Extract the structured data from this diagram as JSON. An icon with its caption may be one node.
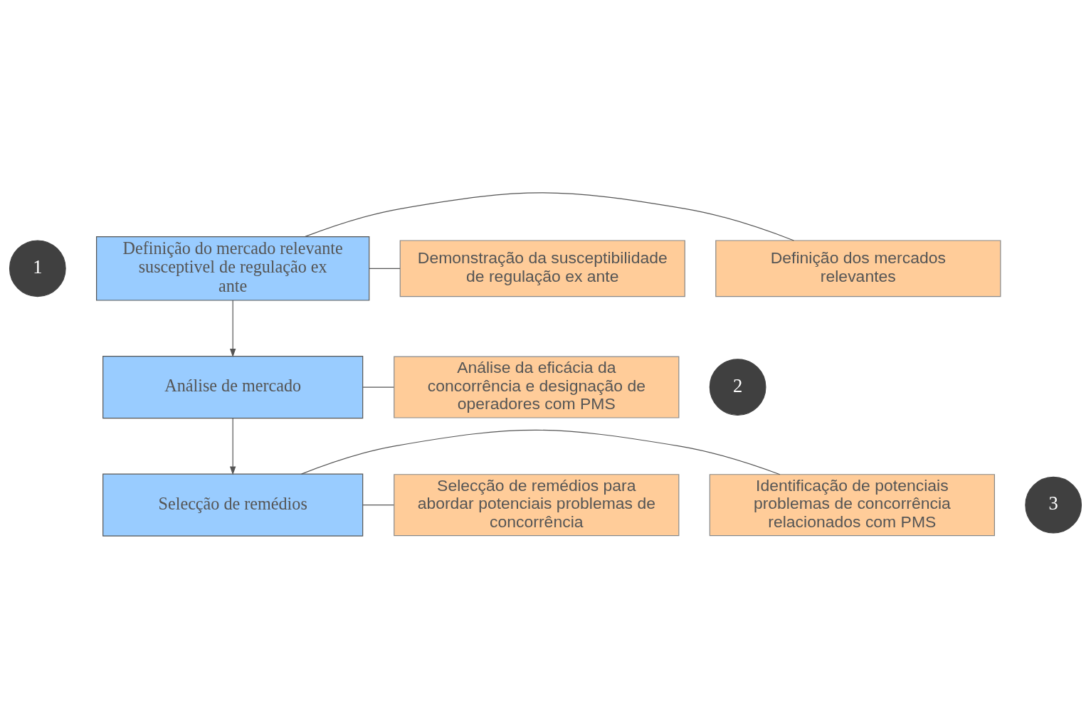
{
  "diagram": {
    "nodes": [
      {
        "text": [
          "1"
        ]
      },
      {
        "text": [
          "Definição do mercado relevante susceptivel de regulação ex ante"
        ]
      },
      {
        "text": [
          "Definição dos mercados relevantes"
        ]
      },
      {
        "text": [
          "Demonstração da susceptibilidade de regulação ex ante"
        ]
      },
      {
        "text": [
          "2"
        ]
      },
      {
        "text": [
          "Análise de mercado"
        ]
      },
      {
        "text": [
          "Análise da eficácia da concorrência e designação de operadores com PMS"
        ]
      },
      {
        "text": [
          "3"
        ]
      },
      {
        "text": [
          "Selecção de remédios"
        ]
      },
      {
        "text": [
          "Identificação de potenciais problemas de concorrência relacionados com PMS"
        ]
      },
      {
        "text": [
          "Selecção de remédios para abordar potenciais problemas de concorrência"
        ]
      }
    ],
    "edges": [
      {
        "from": 1,
        "to": 2,
        "arrow": "none"
      },
      {
        "from": 1,
        "to": 3,
        "arrow": "none"
      },
      {
        "from": 1,
        "to": 5,
        "arrow": "to"
      },
      {
        "from": 5,
        "to": 6,
        "arrow": "none"
      },
      {
        "from": 5,
        "to": 8,
        "arrow": "to"
      },
      {
        "from": 8,
        "to": 9,
        "arrow": "none"
      },
      {
        "from": 8,
        "to": 10,
        "arrow": "none"
      }
    ]
  }
}
